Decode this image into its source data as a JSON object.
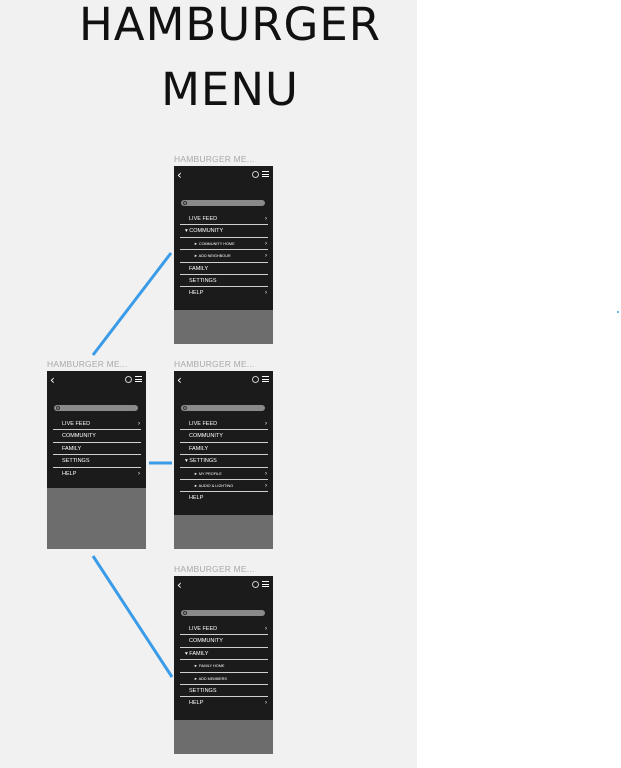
{
  "title": {
    "line1": "HAMBURGER",
    "line2": "MENU"
  },
  "artboard_label": "HAMBURGER ME...",
  "icons": {
    "back": "‹",
    "chevron": "›",
    "expanded": "▾",
    "bullet": "►"
  },
  "connector_color": "#3a9be8",
  "screens": [
    {
      "key": "main",
      "items": [
        {
          "label": "LIVE FEED",
          "chevron": true
        },
        {
          "label": "COMMUNITY"
        },
        {
          "label": "FAMILY"
        },
        {
          "label": "SETTINGS"
        },
        {
          "label": "HELP",
          "chevron": true,
          "noline": true
        }
      ]
    },
    {
      "key": "community",
      "items": [
        {
          "label": "LIVE FEED",
          "chevron": true
        },
        {
          "label": "COMMUNITY",
          "expanded": true
        },
        {
          "label": "COMMUNITY HOME",
          "sub": true,
          "chevron": true
        },
        {
          "label": "ADD NEIGHBOUR",
          "sub": true,
          "chevron": true
        },
        {
          "label": "FAMILY"
        },
        {
          "label": "SETTINGS"
        },
        {
          "label": "HELP",
          "chevron": true,
          "noline": true
        }
      ]
    },
    {
      "key": "settings",
      "items": [
        {
          "label": "LIVE FEED",
          "chevron": true
        },
        {
          "label": "COMMUNITY"
        },
        {
          "label": "FAMILY"
        },
        {
          "label": "SETTINGS",
          "expanded": true
        },
        {
          "label": "MY PROFILE",
          "sub": true,
          "chevron": true
        },
        {
          "label": "AUDIO & LIGHTING",
          "sub": true,
          "chevron": true
        },
        {
          "label": "HELP",
          "noline": true
        }
      ]
    },
    {
      "key": "family",
      "items": [
        {
          "label": "LIVE FEED",
          "chevron": true
        },
        {
          "label": "COMMUNITY"
        },
        {
          "label": "FAMILY",
          "expanded": true
        },
        {
          "label": "FAMILY HOME",
          "sub": true
        },
        {
          "label": "ADD MEMBERS",
          "sub": true
        },
        {
          "label": "SETTINGS"
        },
        {
          "label": "HELP",
          "chevron": true,
          "noline": true
        }
      ]
    }
  ]
}
